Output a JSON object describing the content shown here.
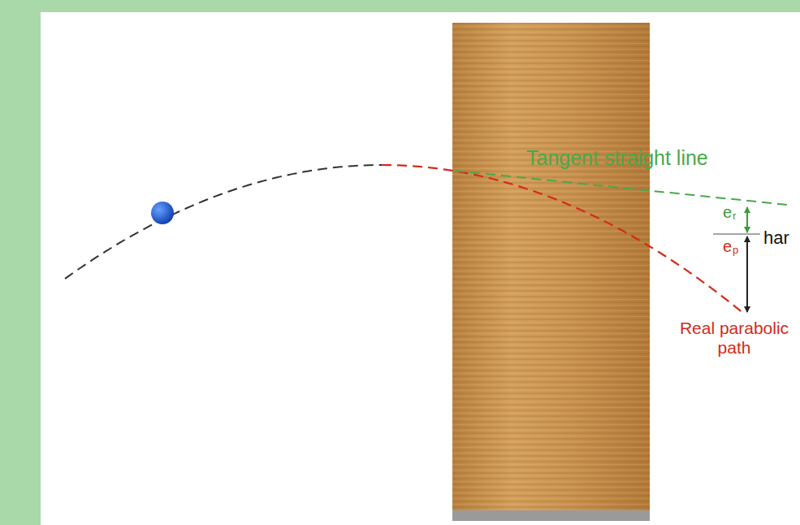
{
  "diagram": {
    "labels": [
      "Tangent straight line",
      "e",
      "r",
      "e",
      "p",
      "har",
      "Real parabolic path"
    ]
  }
}
